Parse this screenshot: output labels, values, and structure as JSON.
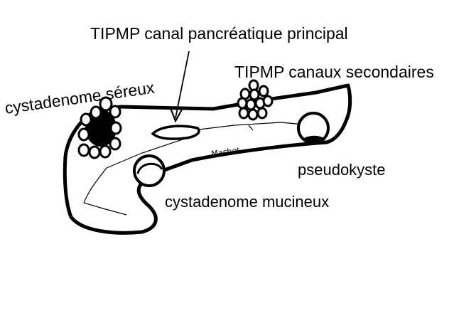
{
  "labels": {
    "tipmp_main": "TIPMP canal pancréatique principal",
    "tipmp_branch": "TIPMP canaux secondaires",
    "serous": "cystadenome séreux",
    "pseudocyst": "pseudokyste",
    "mucinous": "cystadenome mucineux",
    "signature": "Machet"
  },
  "colors": {
    "ink": "#000000",
    "background": "#ffffff"
  }
}
